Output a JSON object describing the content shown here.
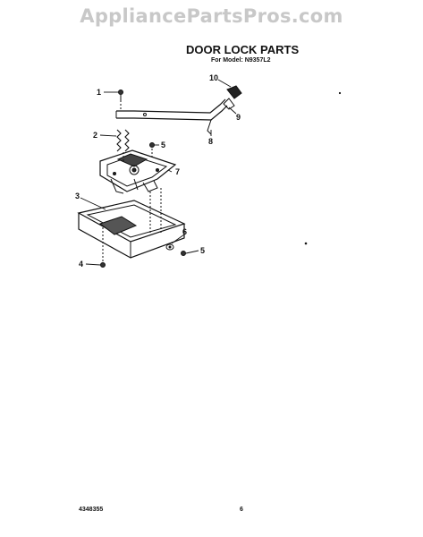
{
  "watermark": "AppliancePartsPros.com",
  "title": "DOOR LOCK PARTS",
  "subtitle": "For Model: N9357L2",
  "footer": {
    "doc_number": "4348355",
    "page_number": "6"
  },
  "callouts": {
    "c1": "1",
    "c2": "2",
    "c3": "3",
    "c4": "4",
    "c5a": "5",
    "c5b": "5",
    "c6": "6",
    "c7": "7",
    "c8": "8",
    "c9": "9",
    "c10": "10"
  }
}
